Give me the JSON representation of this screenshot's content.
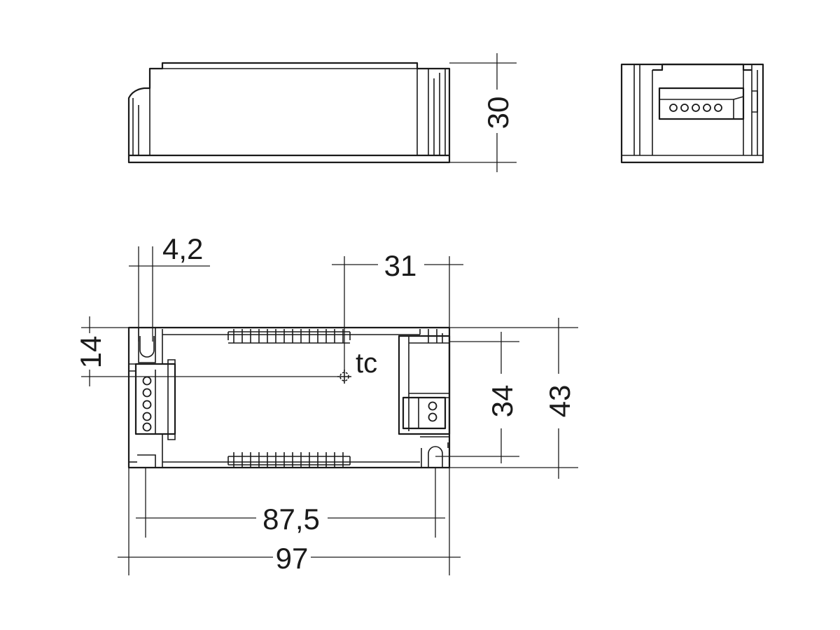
{
  "dimensions": {
    "height": "30",
    "hole_dia": "4,2",
    "tc_x": "31",
    "tc_y": "14",
    "tc_label": "tc",
    "mount_y": "34",
    "width": "43",
    "mount_x": "87,5",
    "length": "97"
  },
  "colors": {
    "line": "#1a1a1a",
    "background": "#ffffff"
  }
}
